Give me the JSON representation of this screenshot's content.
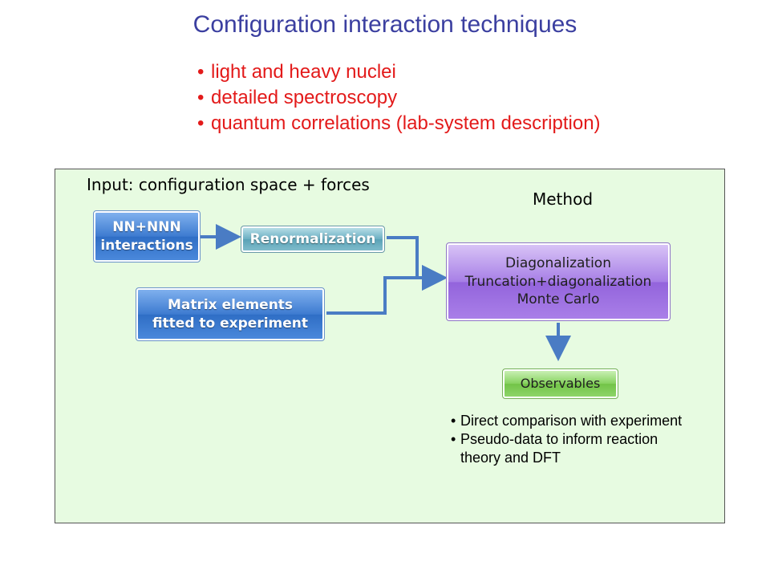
{
  "title": "Configuration interaction techniques",
  "top_bullets": [
    "light and heavy nuclei",
    "detailed spectroscopy",
    "quantum correlations (lab-system description)"
  ],
  "panel": {
    "input_label": "Input: configuration space + forces",
    "method_label": "Method",
    "nodes": {
      "nn_nnn": [
        "NN+NNN",
        "interactions"
      ],
      "renormalization": [
        "Renormalization"
      ],
      "matrix_elements": [
        "Matrix elements",
        "fitted to experiment"
      ],
      "method": [
        "Diagonalization",
        "Truncation+diagonalization",
        "Monte Carlo"
      ],
      "observables": [
        "Observables"
      ]
    },
    "observable_bullets": [
      "Direct comparison with experiment",
      "Pseudo-data to inform reaction theory and DFT"
    ]
  },
  "colors": {
    "title": "#3b3fa0",
    "bullets": "#e31a1a",
    "panel_bg": "#e7fbe1",
    "arrow": "#4a7cc4"
  }
}
